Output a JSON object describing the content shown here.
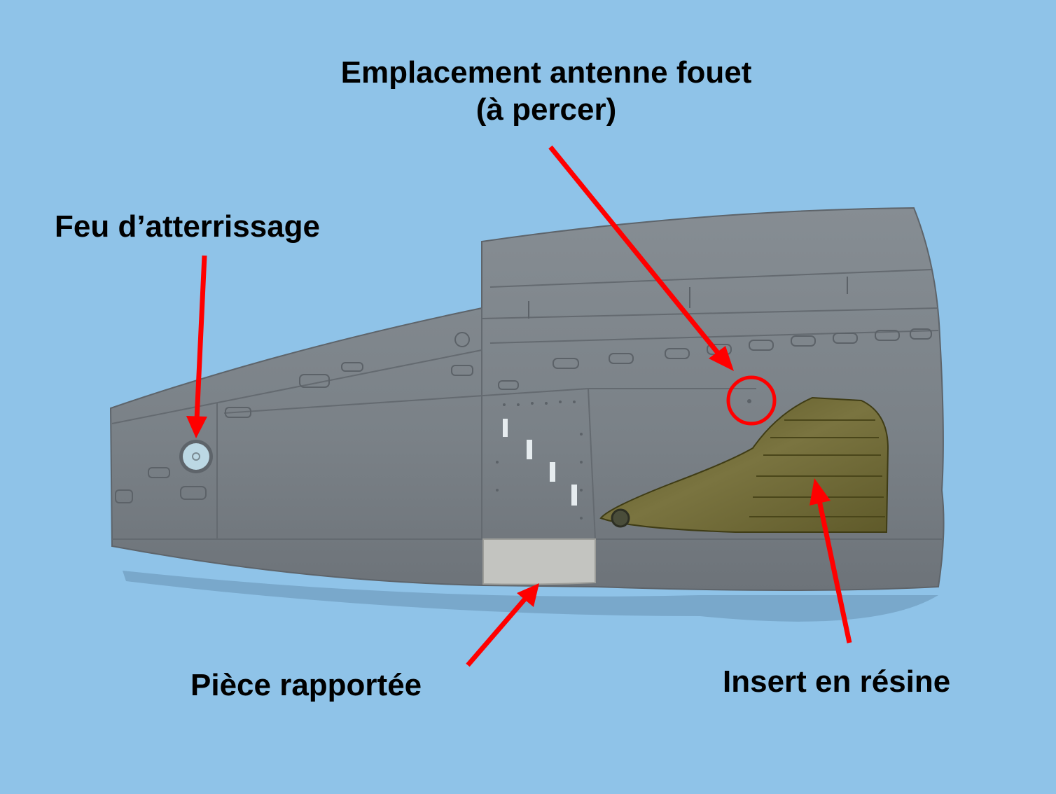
{
  "colors": {
    "background": "#8fc3e8",
    "wing": "#7c8389",
    "insert_resin": "#6f6a35",
    "patch": "#c3c4c0",
    "arrow": "#ff0000",
    "text": "#000000"
  },
  "annotations": {
    "antenna_line1": "Emplacement antenne fouet",
    "antenna_line2": "(à percer)",
    "landing_light": "Feu d’atterrissage",
    "added_piece": "Pièce rapportée",
    "resin_insert": "Insert en résine"
  }
}
